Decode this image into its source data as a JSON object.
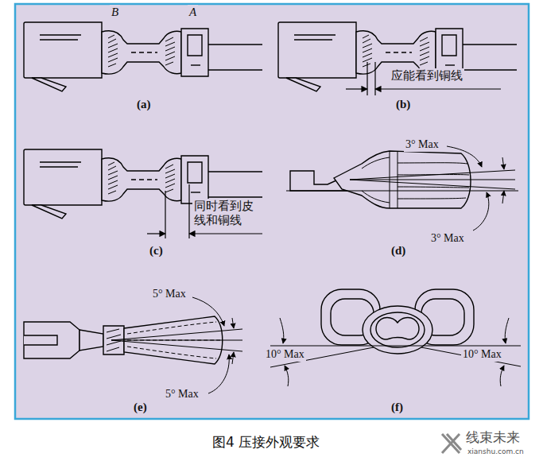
{
  "diagram": {
    "caption": "图4 压接外观要求",
    "labels": [
      "B",
      "A",
      "(a)",
      "应能看到铜线",
      "(b)",
      "同时看到皮 线和铜线",
      "(c)",
      "3° Max",
      "3° Max",
      "(d)",
      "5° Max",
      "5° Max",
      "(e)",
      "10° Max",
      "10° Max",
      "(f)",
      "线束未来",
      "xianshu.com.cn"
    ]
  }
}
